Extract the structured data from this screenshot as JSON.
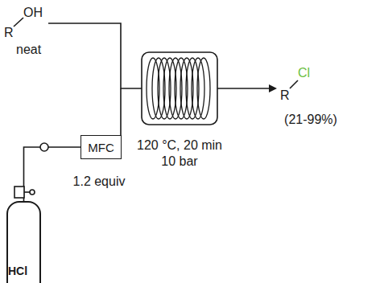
{
  "diagram": {
    "nodes": [
      {
        "text": [
          "HCl"
        ]
      },
      {
        "text": [
          "MFC"
        ]
      }
    ],
    "edges": [
      {
        "from": 0,
        "to": 1,
        "arrow": "none"
      }
    ],
    "labels": [
      "R",
      "OH",
      "neat",
      "1.2 equiv",
      "120 °C, 20 min",
      "10 bar",
      "R",
      "Cl",
      "(21-99%)"
    ]
  }
}
